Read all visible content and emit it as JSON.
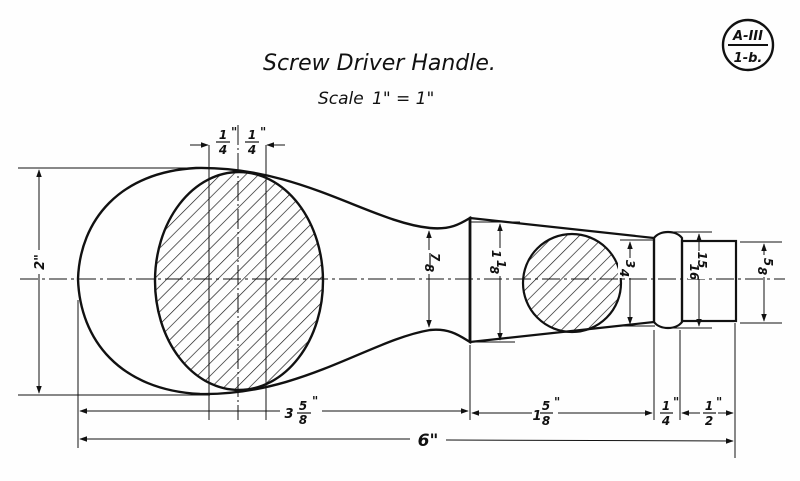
{
  "drawing": {
    "title": "Screw Driver Handle.",
    "scale_label": "Scale",
    "scale_value": "1\" = 1\"",
    "plate_badge": {
      "top": "A-III",
      "bottom": "1-b."
    },
    "colors": {
      "ink": "#111111",
      "paper": "#fefefe"
    }
  },
  "dimensions": {
    "overall_length": "6\"",
    "overall_height": "2\"",
    "bulb_length": {
      "whole": "3",
      "num": "5",
      "den": "8",
      "unit": "\""
    },
    "taper_length": {
      "whole": "1",
      "num": "5",
      "den": "8",
      "unit": "\""
    },
    "collar_length": {
      "num": "1",
      "den": "4",
      "unit": "\""
    },
    "ferrule_length": {
      "num": "1",
      "den": "2",
      "unit": "\""
    },
    "top_offset_left": {
      "num": "1",
      "den": "4",
      "unit": "\""
    },
    "top_offset_right": {
      "num": "1",
      "den": "4",
      "unit": "\""
    },
    "neck_diameter": {
      "num": "7",
      "den": "8",
      "unit": "\""
    },
    "taper_large_diameter": {
      "whole": "1",
      "num": "1",
      "den": "8",
      "unit": "\""
    },
    "taper_small_diameter": {
      "num": "3",
      "den": "4",
      "unit": "\""
    },
    "collar_diameter": {
      "num": "15",
      "den": "16",
      "unit": "\""
    },
    "ferrule_diameter": {
      "num": "5",
      "den": "8",
      "unit": "\""
    }
  },
  "sections": [
    {
      "name": "bulb-cross-section",
      "hatched": true
    },
    {
      "name": "taper-cross-section",
      "hatched": true
    }
  ]
}
